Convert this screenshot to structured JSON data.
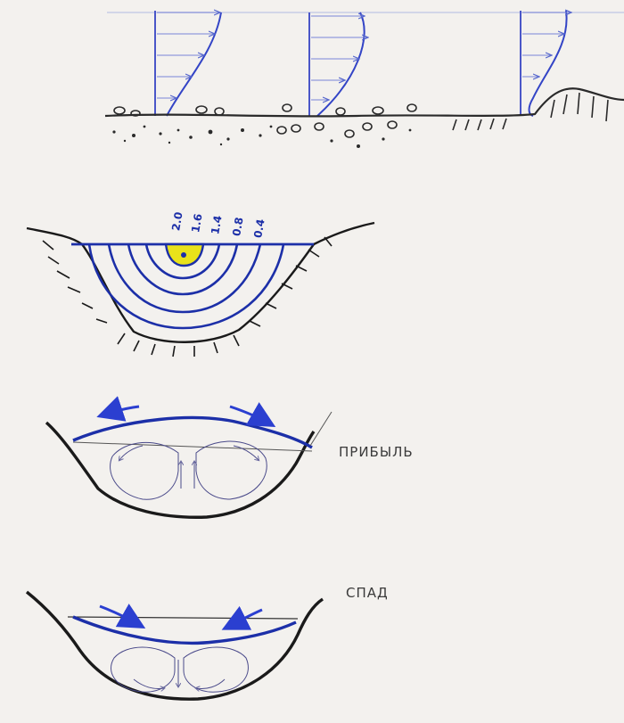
{
  "colors": {
    "ink_blue": "#2b3fd0",
    "ink_navy": "#1c2fa8",
    "ink_black": "#1a1a1a",
    "ruled_line": "#c8cde6",
    "highlight": "#e9e21a",
    "paper": "#f3f1ee"
  },
  "isovels": {
    "labels": [
      "2.0",
      "1.6",
      "1.4",
      "0.8",
      "0.4"
    ]
  },
  "stages": {
    "rise_label": "ПРИБЫЛЬ",
    "fall_label": "СПАД"
  }
}
